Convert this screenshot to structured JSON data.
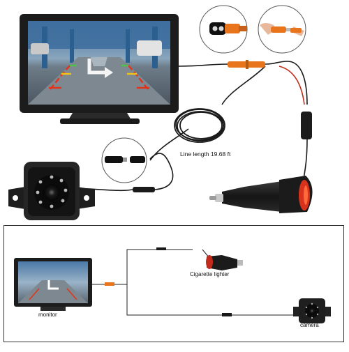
{
  "labels": {
    "line_length": "Line length 19.68 ft",
    "monitor": "monitor",
    "cigarette_lighter": "Cigarette lighter",
    "camera": "camera"
  },
  "colors": {
    "cable": "#1a1a1a",
    "connector_orange": "#e8741c",
    "power_red": "#c22a1a",
    "monitor_body": "#1c1c1c",
    "screen_sky": "#5d87b0",
    "frame_border": "#333333"
  }
}
